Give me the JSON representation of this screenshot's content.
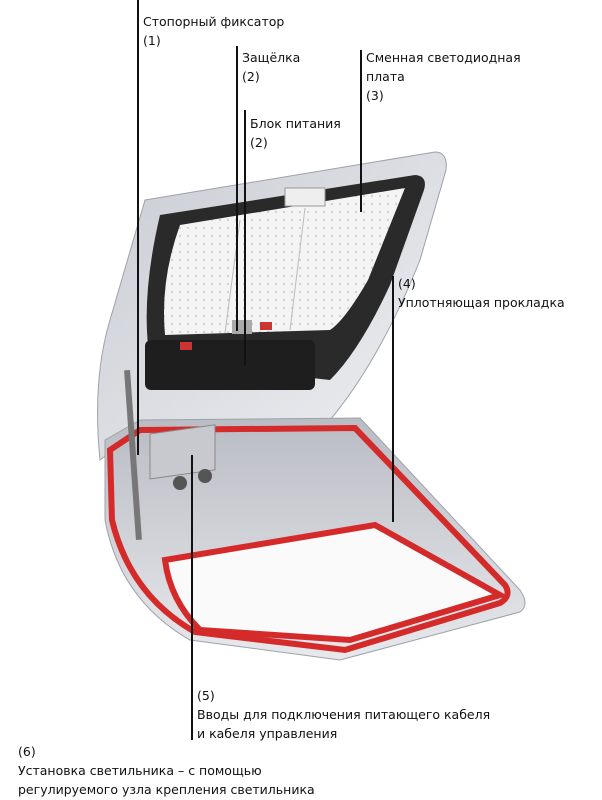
{
  "callouts": [
    {
      "id": "1",
      "title": "Стопорный фиксатор",
      "num": "(1)"
    },
    {
      "id": "2a",
      "title": "Защёлка",
      "num": "(2)"
    },
    {
      "id": "2b",
      "title": "Блок питания",
      "num": "(2)"
    },
    {
      "id": "3",
      "title_line1": "Сменная светодиодная",
      "title_line2": "плата",
      "num": "(3)"
    },
    {
      "id": "4",
      "num": "(4)",
      "title": "Уплотняющая прокладка"
    },
    {
      "id": "5",
      "num": "(5)",
      "title_line1": "Вводы для подключения питающего кабеля",
      "title_line2": "и кабеля управления"
    },
    {
      "id": "6",
      "num": "(6)",
      "title_line1": "Установка светильника – с помощью",
      "title_line2": "регулируемого узла крепления светильника"
    }
  ],
  "colors": {
    "gasket": "#d42a2a",
    "housing": "#d9dbe0",
    "text": "#111111"
  }
}
